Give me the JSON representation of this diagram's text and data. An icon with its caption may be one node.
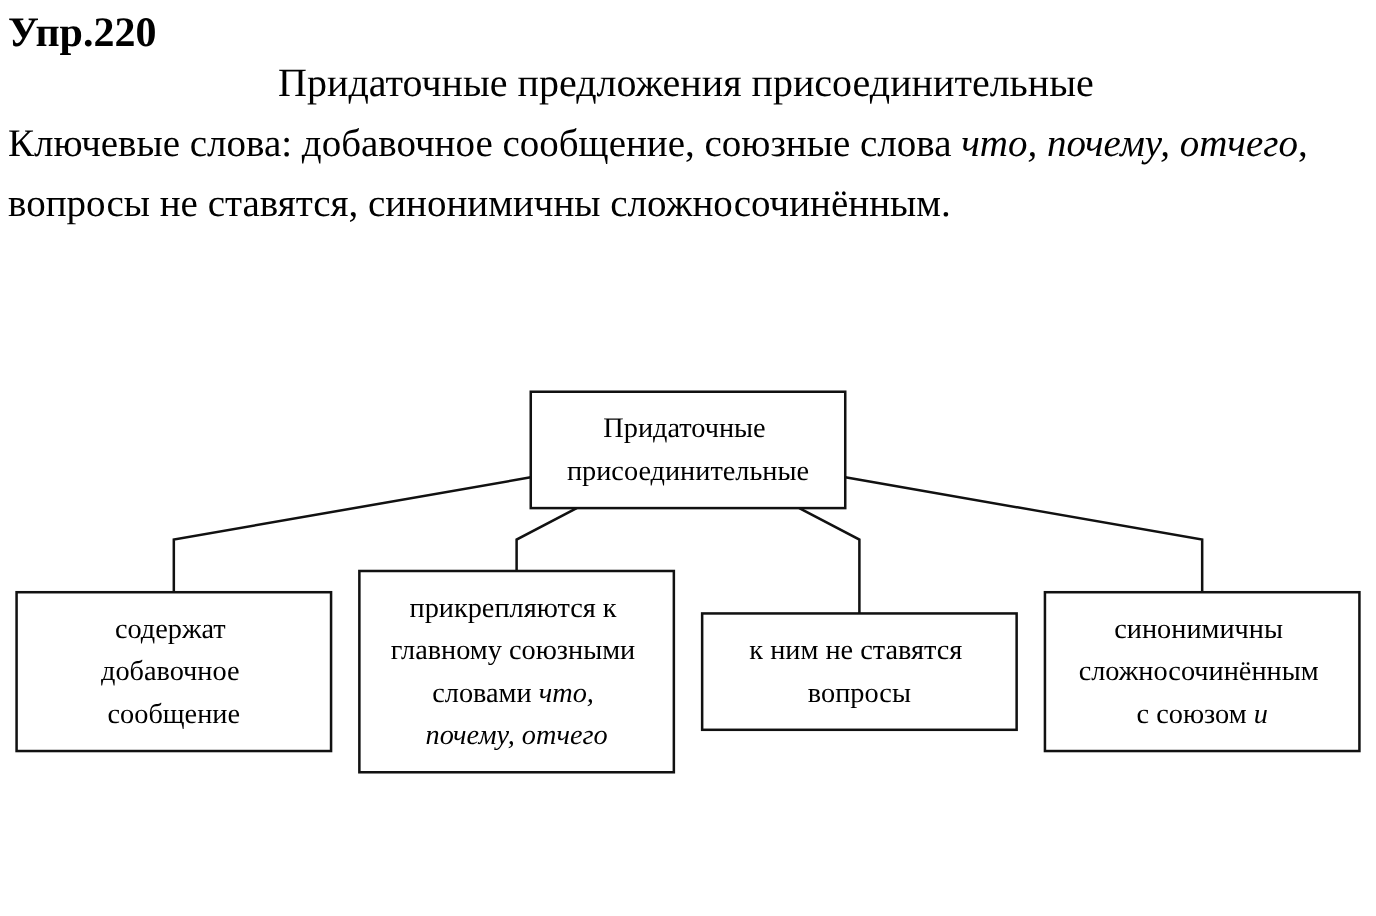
{
  "diagram": {
    "title": "Придаточные предложения присоединительные",
    "nodes": [
      {
        "text": [
          "Придаточные присоединительные"
        ]
      },
      {
        "text": [
          "содержат добавочное сообщение"
        ]
      },
      {
        "text": [
          "прикрепляются к главному союзными словами *что, почему, отчего*"
        ]
      },
      {
        "text": [
          "к ним не ставятся вопросы"
        ]
      },
      {
        "text": [
          "синонимичны сложносочинённым с союзом *и*"
        ]
      }
    ],
    "edges": [
      {
        "from": 0,
        "to": 1,
        "arrow": "none"
      },
      {
        "from": 0,
        "to": 2,
        "arrow": "none"
      },
      {
        "from": 0,
        "to": 3,
        "arrow": "none"
      },
      {
        "from": 0,
        "to": 4,
        "arrow": "none"
      }
    ],
    "labels": [
      "Упр.220",
      "Ключевые слова: добавочное сообщение, союзные слова *что, почему, отчего*, вопросы не ставятся, синонимичны сложносочинённым."
    ]
  }
}
